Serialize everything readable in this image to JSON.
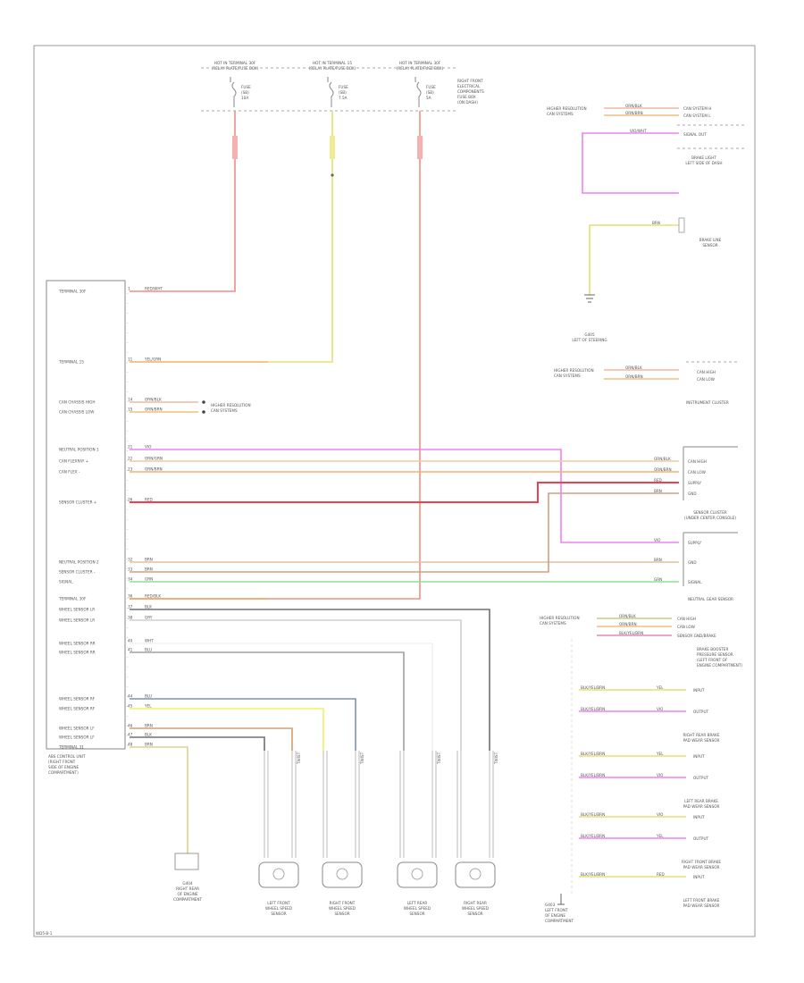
{
  "footer_code": "WD5-B-1",
  "fuses": [
    {
      "title": [
        "HOT IN TERMINAL 30F",
        "(RELAY PLATE/FUSE BOX)"
      ],
      "fuse": [
        "FUSE",
        "(SB)",
        "10A"
      ],
      "wire": "RED/WHT"
    },
    {
      "title": [
        "HOT IN TERMINAL 15",
        "(RELAY PLATE/FUSE BOX)"
      ],
      "fuse": [
        "FUSE",
        "(SB)",
        "7.5A"
      ],
      "wire": "YEL/GRN"
    },
    {
      "title": [
        "HOT IN TERMINAL 30F",
        "(RELAY PLATE/FUSE BOX)"
      ],
      "fuse": [
        "FUSE",
        "(SB)",
        "5A"
      ],
      "wire": "RED/BLK"
    }
  ],
  "relay_box_label": [
    "RIGHT FRONT",
    "ELECTRICAL",
    "COMPONENTS",
    "FUSE BOX",
    "(ON DASH)"
  ],
  "module": {
    "name": [
      "ABS CONTROL UNIT",
      "(RIGHT FRONT",
      "SIDE OF ENGINE",
      "COMPARTMENT)"
    ],
    "pins": [
      {
        "label": "TERMINAL 30F",
        "num": "1",
        "wire": "RED/WHT"
      },
      {
        "label": "TERMINAL 15",
        "num": "11",
        "wire": "YEL/GRN"
      },
      {
        "label": "CAN CHASSIS HIGH",
        "num": "14",
        "wire": "ORN/BLK"
      },
      {
        "label": "CAN CHASSIS LOW",
        "num": "15",
        "wire": "ORN/BRN"
      },
      {
        "label": "NEUTRAL POSITION 1",
        "num": "21",
        "wire": "VIO"
      },
      {
        "label": "CAN FLEXRAY +",
        "num": "22",
        "wire": "ORN/GRN"
      },
      {
        "label": "CAN FLEX -",
        "num": "23",
        "wire": "ORN/BRN"
      },
      {
        "label": "SENSOR CLUSTER +",
        "num": "26",
        "wire": "RED"
      },
      {
        "label": "NEUTRAL POSITION 2",
        "num": "32",
        "wire": "BRN"
      },
      {
        "label": "SENSOR CLUSTER -",
        "num": "33",
        "wire": "BRN"
      },
      {
        "label": "SIGNAL",
        "num": "34",
        "wire": "GRN"
      },
      {
        "label": "TERMINAL 30F",
        "num": "36",
        "wire": "RED/BLK"
      },
      {
        "label": "WHEEL SENSOR LR",
        "num": "37",
        "wire": "BLK"
      },
      {
        "label": "WHEEL SENSOR LR",
        "num": "38",
        "wire": "GRY"
      },
      {
        "label": "WHEEL SENSOR RR",
        "num": "40",
        "wire": "WHT"
      },
      {
        "label": "WHEEL SENSOR RR",
        "num": "41",
        "wire": "BLU"
      },
      {
        "label": "WHEEL SENSOR RF",
        "num": "44",
        "wire": "BLU"
      },
      {
        "label": "WHEEL SENSOR RF",
        "num": "45",
        "wire": "YEL"
      },
      {
        "label": "WHEEL SENSOR LF",
        "num": "46",
        "wire": "BRN"
      },
      {
        "label": "WHEEL SENSOR LF",
        "num": "47",
        "wire": "BLK"
      },
      {
        "label": "TERMINAL 31",
        "num": "48",
        "wire": "BRN"
      }
    ],
    "can_dest": [
      "HIGHER RESOLUTION",
      "CAN SYSTEMS"
    ]
  },
  "right_blocks": {
    "top_connector": {
      "lines": [
        "CAN SYSTEM H",
        "CAN SYSTEM L"
      ],
      "wires": [
        "ORN/BLK",
        "ORN/BRN"
      ],
      "src": [
        "HIGHER RESOLUTION",
        "CAN SYSTEMS"
      ]
    },
    "brake_switch": {
      "label": [
        "BRAKE LIGHT",
        "LEFT SIDE OF DASH"
      ],
      "wire": "VIO/WHT",
      "pin": "SIGNAL OUT"
    },
    "brake_sensor": {
      "label": [
        "BRAKE LINE",
        "SENSOR"
      ],
      "wire": "BRN"
    },
    "ground": {
      "label": [
        "G405",
        "LEFT OF STEERING"
      ]
    },
    "instrument": {
      "lines": [
        "CAN HIGH",
        "CAN LOW"
      ],
      "wires": [
        "ORN/BLK",
        "ORN/BRN"
      ],
      "label": "INSTRUMENT CLUSTER",
      "src": [
        "HIGHER RESOLUTION",
        "CAN SYSTEMS"
      ]
    },
    "sensor_cluster": {
      "pins": [
        "CAN HIGH",
        "CAN LOW",
        "SUPPLY",
        "GND"
      ],
      "wires": [
        "ORN/BLK",
        "ORN/BRN",
        "RED",
        "BRN"
      ],
      "label": [
        "SENSOR CLUSTER",
        "(UNDER CENTER CONSOLE)"
      ]
    },
    "neutral_sensor": {
      "pins": [
        "SUPPLY",
        "GND",
        "SIGNAL"
      ],
      "wires": [
        "VIO",
        "BRN",
        "GRN"
      ],
      "label": "NEUTRAL GEAR SENSOR"
    },
    "pressure_block": {
      "lines": [
        "CAN HIGH",
        "CAN LOW",
        "SENSOR GND/BRAKE"
      ],
      "wires": [
        "ORN/BLK",
        "ORN/BRN",
        "BLK/YEL/BRN"
      ],
      "src": [
        "HIGHER RESOLUTION",
        "CAN SYSTEMS"
      ],
      "label": [
        "BRAKE BOOSTER",
        "PRESSURE SENSOR",
        "(LEFT FRONT OF",
        "ENGINE COMPARTMENT)"
      ]
    },
    "sensor_groups": [
      {
        "rows": [
          {
            "a": "BLK/YEL/BRN",
            "b": "YEL",
            "out": "INPUT"
          },
          {
            "a": "BLK/YEL/BRN",
            "b": "VIO",
            "out": "OUTPUT"
          }
        ],
        "label": [
          "RIGHT REAR BRAKE",
          "PAD WEAR SENSOR"
        ]
      },
      {
        "rows": [
          {
            "a": "BLK/YEL/BRN",
            "b": "YEL",
            "out": "INPUT"
          },
          {
            "a": "BLK/YEL/BRN",
            "b": "VIO",
            "out": "OUTPUT"
          }
        ],
        "label": [
          "LEFT REAR BRAKE",
          "PAD WEAR SENSOR"
        ]
      },
      {
        "rows": [
          {
            "a": "BLK/YEL/BRN",
            "b": "VIO",
            "out": "INPUT"
          },
          {
            "a": "BLK/YEL/BRN",
            "b": "YEL",
            "out": "OUTPUT"
          }
        ],
        "label": [
          "RIGHT FRONT BRAKE",
          "PAD WEAR SENSOR"
        ]
      },
      {
        "rows": [
          {
            "a": "BLK/YEL/BRN",
            "b": "RED",
            "out": "INPUT"
          }
        ],
        "label": [
          "LEFT FRONT BRAKE",
          "PAD WEAR SENSOR"
        ]
      }
    ],
    "left_front_ground": {
      "label": [
        "G403",
        "LEFT FRONT",
        "OF ENGINE",
        "COMPARTMENT"
      ]
    }
  },
  "bottom": {
    "ground": {
      "label": [
        "G404",
        "RIGHT REAR",
        "OF ENGINE",
        "COMPARTMENT"
      ]
    },
    "wheel_sensors": [
      {
        "label": [
          "LEFT FRONT",
          "WHEEL SPEED",
          "SENSOR"
        ]
      },
      {
        "label": [
          "RIGHT FRONT",
          "WHEEL SPEED",
          "SENSOR"
        ]
      },
      {
        "label": [
          "LEFT REAR",
          "WHEEL SPEED",
          "SENSOR"
        ]
      },
      {
        "label": [
          "RIGHT REAR",
          "WHEEL SPEED",
          "SENSOR"
        ]
      }
    ],
    "twisted_label": "TWIST"
  }
}
